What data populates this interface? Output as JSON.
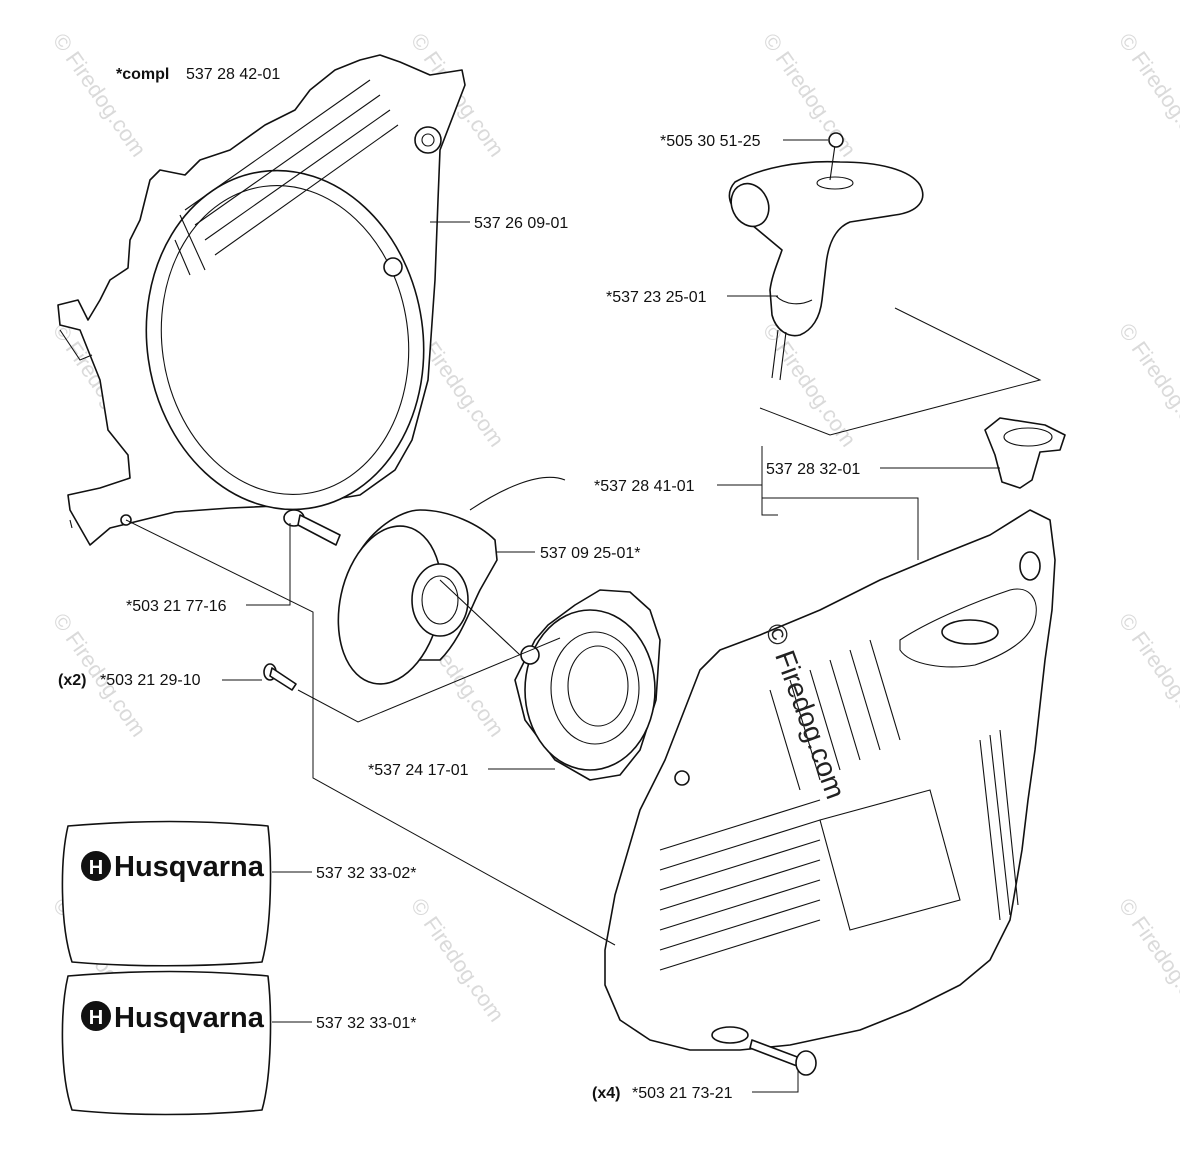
{
  "watermark": "© Firedog.com",
  "center_watermark": "© Firedog.com",
  "labels": {
    "compl_prefix": "*compl",
    "compl_number": "537 28 42-01",
    "fan_housing": "537 26 09-01",
    "rope_pin": "*505 30 51-25",
    "handle": "*537 23 25-01",
    "starter_assembly": "*537 28 41-01",
    "rope_guide": "537 28 32-01",
    "pulley": "537 09 25-01*",
    "center_screw": "*503 21 77-16",
    "x2_qty": "(x2)",
    "x2_screw": "*503 21 29-10",
    "spring": "*537 24 17-01",
    "decal_upper": "537 32 33-02*",
    "decal_lower": "537 32 33-01*",
    "x4_qty": "(x4)",
    "x4_screw": "*503 21 73-21"
  },
  "decals": {
    "upper_brand": "Husqvarna",
    "lower_brand": "Husqvarna"
  }
}
